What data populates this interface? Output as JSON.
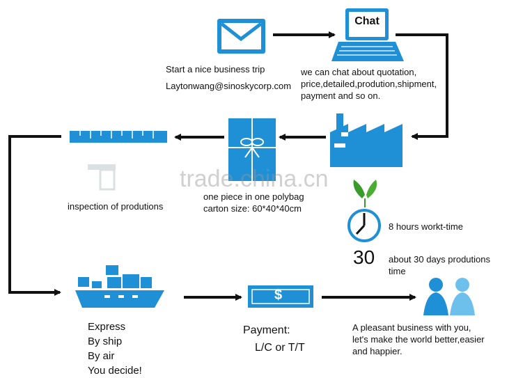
{
  "steps": {
    "email": {
      "line1": "Start a nice business trip",
      "line2": "Laytonwang@sinoskycorp.com"
    },
    "chat": {
      "screen_label": "Chat",
      "line1": "we can chat about quotation,",
      "line2": "price,detailed,prodution,shipment,",
      "line3": "payment and so on."
    },
    "production": {
      "hours_text": "8 hours workt-time",
      "days_number": "30",
      "days_line1": "about 30 days produtions",
      "days_line2": "time"
    },
    "packing": {
      "line1": "one piece in one polybag",
      "line2": "carton size: 60*40*40cm"
    },
    "inspection": {
      "line1": "inspection of produtions"
    },
    "shipping": {
      "lines": [
        "Express",
        "By ship",
        "By air",
        "You decide!"
      ]
    },
    "payment": {
      "title": "Payment:",
      "methods": "L/C or T/T",
      "symbol": "$"
    },
    "result": {
      "line1": "A pleasant business with you,",
      "line2": "let's make the world better,easier",
      "line3": "and happier."
    }
  },
  "watermark": "trade.china.cn",
  "icons": [
    "envelope-icon",
    "laptop-icon",
    "factory-icon",
    "clock-icon",
    "gift-box-icon",
    "ruler-icon",
    "ship-icon",
    "money-icon",
    "people-icon"
  ],
  "colors": {
    "accent": "#1f8fd6",
    "arrow": "#111111"
  }
}
